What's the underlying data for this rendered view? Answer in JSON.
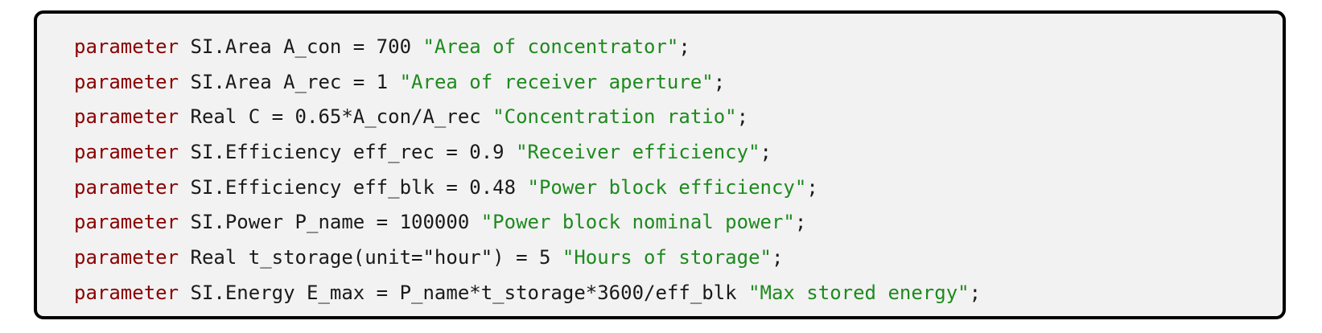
{
  "code": {
    "lines": [
      {
        "keyword": "parameter",
        "decl": " SI.Area A_con = 700 ",
        "comment": "\"Area of concentrator\"",
        "end": ";"
      },
      {
        "keyword": "parameter",
        "decl": " SI.Area A_rec = 1 ",
        "comment": "\"Area of receiver aperture\"",
        "end": ";"
      },
      {
        "keyword": "parameter",
        "decl": " Real C = 0.65*A_con/A_rec ",
        "comment": "\"Concentration ratio\"",
        "end": ";"
      },
      {
        "keyword": "parameter",
        "decl": " SI.Efficiency eff_rec = 0.9 ",
        "comment": "\"Receiver efficiency\"",
        "end": ";"
      },
      {
        "keyword": "parameter",
        "decl": " SI.Efficiency eff_blk = 0.48 ",
        "comment": "\"Power block efficiency\"",
        "end": ";"
      },
      {
        "keyword": "parameter",
        "decl": " SI.Power P_name = 100000 ",
        "comment": "\"Power block nominal power\"",
        "end": ";"
      },
      {
        "keyword": "parameter",
        "decl": " Real t_storage(unit=\"hour\") = 5 ",
        "comment": "\"Hours of storage\"",
        "end": ";"
      },
      {
        "keyword": "parameter",
        "decl": " SI.Energy E_max = P_name*t_storage*3600/eff_blk ",
        "comment": "\"Max stored energy\"",
        "end": ";"
      }
    ]
  },
  "colors": {
    "keyword": "#8b0000",
    "string": "#1e8a1e",
    "text": "#1a1a1a",
    "background": "#f2f2f2",
    "border": "#000000"
  }
}
